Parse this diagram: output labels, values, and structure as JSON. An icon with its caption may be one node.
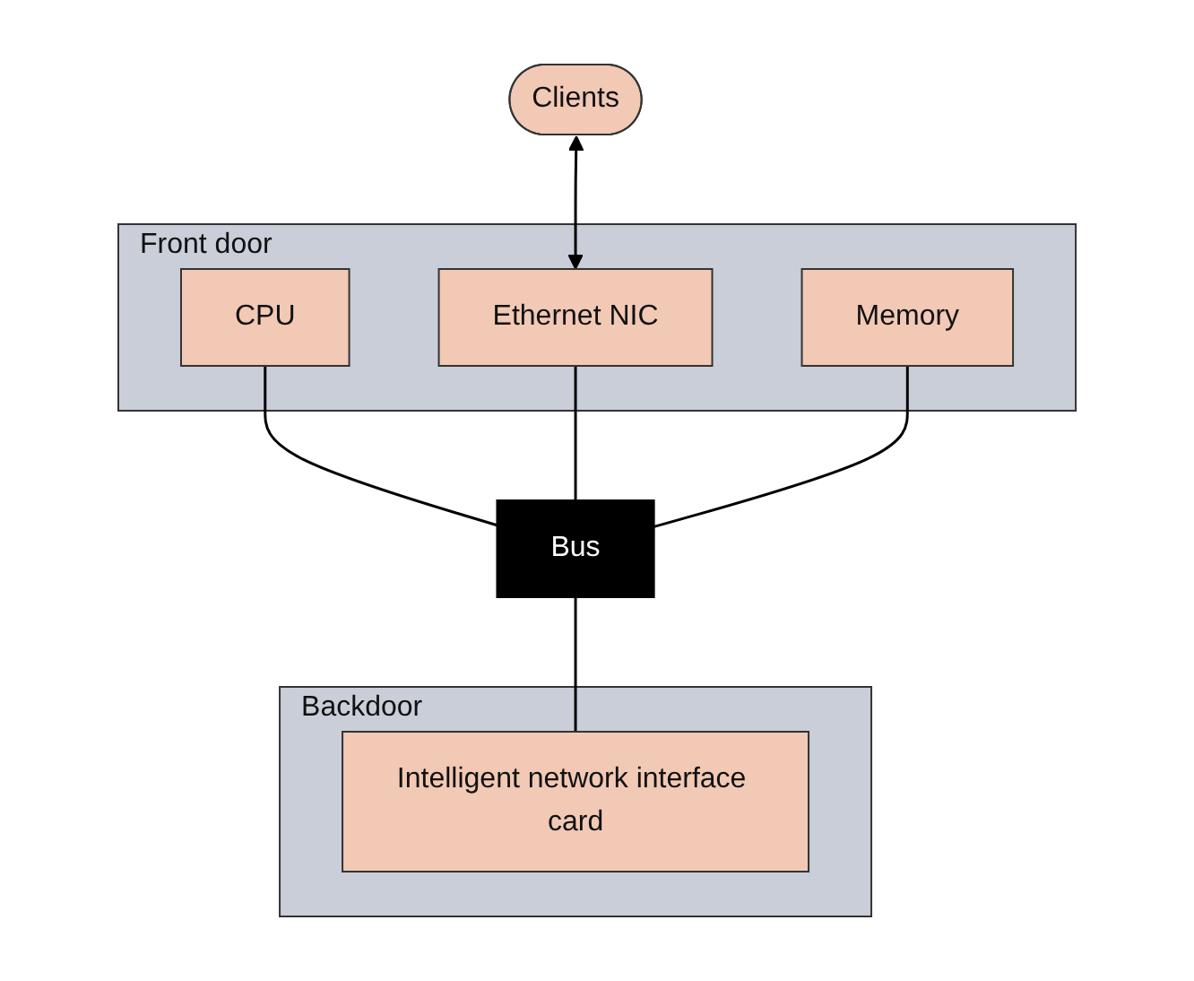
{
  "diagram": {
    "nodes": [
      {
        "text": [
          "Clients"
        ]
      },
      {
        "text": [
          "Front door"
        ]
      },
      {
        "text": [
          "CPU"
        ],
        "in": 1
      },
      {
        "text": [
          "Ethernet NIC"
        ],
        "in": 1
      },
      {
        "text": [
          "Memory"
        ],
        "in": 1
      },
      {
        "text": [
          "Bus"
        ]
      },
      {
        "text": [
          "Backdoor"
        ]
      },
      {
        "text": [
          "Intelligent network interface card"
        ],
        "in": 6
      }
    ],
    "edges": [
      {
        "from": 0,
        "to": 3,
        "arrow": "both"
      },
      {
        "from": 2,
        "to": 5,
        "arrow": "none"
      },
      {
        "from": 3,
        "to": 5,
        "arrow": "none"
      },
      {
        "from": 4,
        "to": 5,
        "arrow": "none"
      },
      {
        "from": 5,
        "to": 7,
        "arrow": "none"
      }
    ]
  }
}
